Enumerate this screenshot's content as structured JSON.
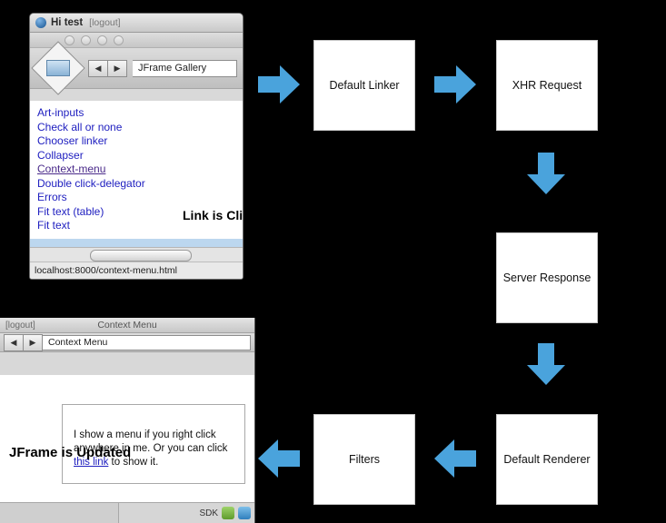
{
  "flow": {
    "boxes": [
      {
        "id": "default-linker",
        "label": "Default Linker"
      },
      {
        "id": "xhr-request",
        "label": "XHR Request"
      },
      {
        "id": "server-response",
        "label": "Server Response"
      },
      {
        "id": "default-renderer",
        "label": "Default Renderer"
      },
      {
        "id": "filters",
        "label": "Filters"
      }
    ],
    "arrow_color": "#4aa3dc",
    "box_bg": "#ffffff",
    "background": "#000000"
  },
  "window1": {
    "title": "Hi test",
    "logout": "[logout]",
    "address": "JFrame Gallery",
    "nav_back": "◀",
    "nav_forward": "▶",
    "links": [
      "Art-inputs",
      "Check all or none",
      "Chooser linker",
      "Collapser",
      "Context-menu",
      "Double click-delegator",
      "Errors",
      "Fit text (table)",
      "Fit text"
    ],
    "callout": "Link is Click",
    "status": "localhost:8000/context-menu.html"
  },
  "window2": {
    "logout": "[logout]",
    "title": "Context Menu",
    "nav_back": "◀",
    "nav_forward": "▶",
    "breadcrumb": "Context Menu",
    "body_text_1": "I show a menu if you right click anywhere in me. Or you can click",
    "body_link": "this link",
    "body_text_2": " to show it.",
    "callout": "JFrame is Updated",
    "sdk_label": "SDK"
  }
}
